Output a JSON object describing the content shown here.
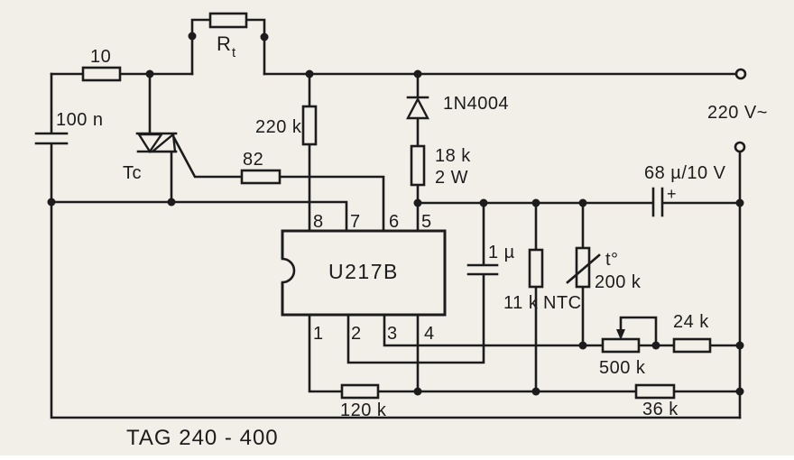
{
  "schematic": {
    "caption": "TAG 240 - 400",
    "mains": {
      "voltage": "220 V~"
    },
    "colors": {
      "ink": "#1c1c1c",
      "paper": "#f2efe9"
    },
    "ic": {
      "name": "U217B",
      "pins_top": [
        "8",
        "7",
        "6",
        "5"
      ],
      "pins_bottom": [
        "1",
        "2",
        "3",
        "4"
      ]
    },
    "components": {
      "r_input": "10",
      "c_input": "100 n",
      "load_r": "R",
      "load_r_sub": "t",
      "triac": "Tc",
      "r_gate": "82",
      "r_sync": "220 k",
      "diode": "1N4004",
      "r_supply": "18 k",
      "r_supply_power": "2 W",
      "c_filter": "68 µ/10 V",
      "c_filter_plus": "+",
      "c_ramp": "1 µ",
      "r_divider": "11 k",
      "ntc_label": "NTC",
      "ntc_t": "t°",
      "ntc_value": "200 k",
      "pot": "500 k",
      "r_24k": "24 k",
      "r_36k": "36 k",
      "r_120k": "120 k"
    }
  }
}
